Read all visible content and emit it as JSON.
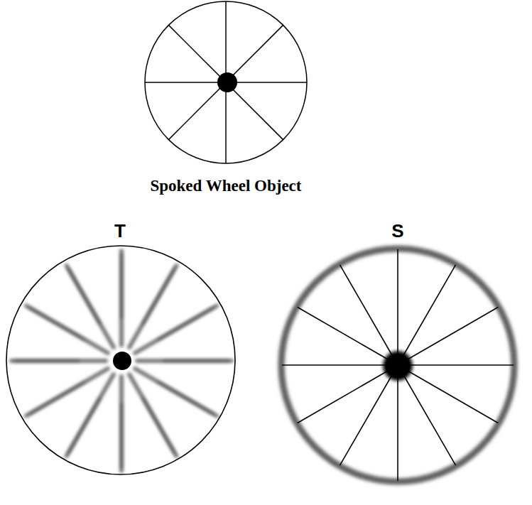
{
  "diagram": {
    "labels": [
      "Spoked Wheel Object",
      "T",
      "S"
    ]
  }
}
